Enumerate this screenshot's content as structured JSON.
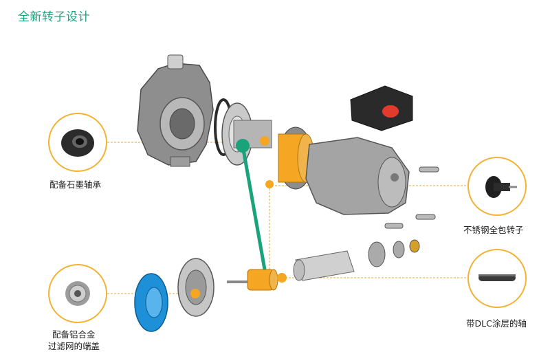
{
  "title": "全新转子设计",
  "labels": {
    "graphite_bearing": "配备石墨轴承",
    "stainless_rotor": "不锈钢全包转子",
    "aluminum_cap_line1": "配备铝合金",
    "aluminum_cap_line2": "过滤网的端盖",
    "dlc_shaft": "带DLC涂层的轴"
  },
  "colors": {
    "title": "#1aa37a",
    "accent_green": "#1aa37a",
    "callout_ring": "#f2b233",
    "highlight_orange": "#f5a623",
    "leader_line": "#e3a93a",
    "part_gray": "#9a9a9a",
    "impeller_blue": "#1e90d8",
    "terminal_box": "#2a2a2a",
    "terminal_red": "#e23b2e"
  }
}
